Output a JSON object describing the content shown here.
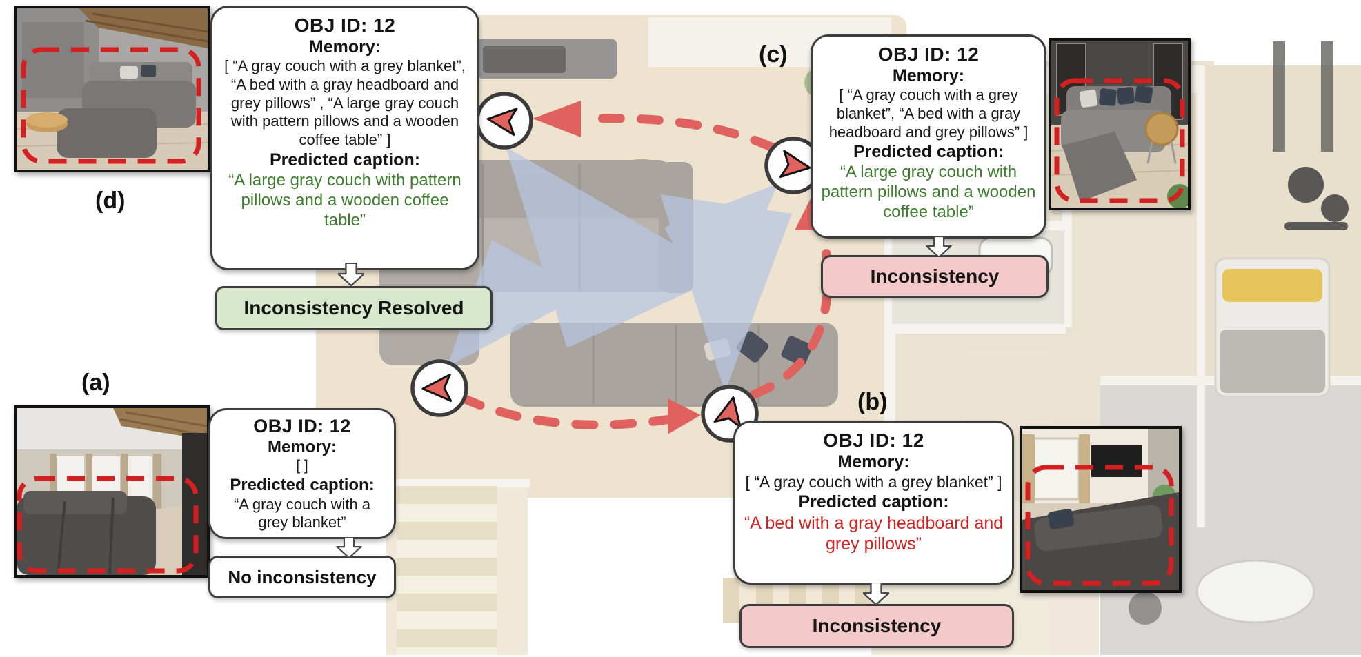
{
  "figure": {
    "object_title": "OBJ ID: 12",
    "panels": [
      {
        "id": "a",
        "label": "(a)",
        "callout": {
          "title": "OBJ ID: 12",
          "memory_label": "Memory:",
          "memory": "[ ]",
          "caption_label": "Predicted caption:",
          "caption": "“A gray couch with a grey blanket”",
          "caption_tone": "neutral"
        },
        "status": {
          "text": "No inconsistency",
          "tone": "neutral"
        }
      },
      {
        "id": "b",
        "label": "(b)",
        "callout": {
          "title": "OBJ ID: 12",
          "memory_label": "Memory:",
          "memory": "[ “A gray couch with a grey blanket” ]",
          "caption_label": "Predicted caption:",
          "caption": "“A bed with a gray headboard and grey pillows”",
          "caption_tone": "error"
        },
        "status": {
          "text": "Inconsistency",
          "tone": "error"
        }
      },
      {
        "id": "c",
        "label": "(c)",
        "callout": {
          "title": "OBJ ID: 12",
          "memory_label": "Memory:",
          "memory": "[ “A gray couch with a grey blanket”, “A bed with a gray headboard and grey pillows” ]",
          "caption_label": "Predicted caption:",
          "caption": "“A large gray couch with pattern pillows and a wooden coffee table”",
          "caption_tone": "success"
        },
        "status": {
          "text": "Inconsistency",
          "tone": "error"
        }
      },
      {
        "id": "d",
        "label": "(d)",
        "callout": {
          "title": "OBJ ID: 12",
          "memory_label": "Memory:",
          "memory": "[ “A gray couch with a grey blanket”, “A bed with a gray headboard and grey pillows” , “A large gray couch with pattern pillows and a wooden coffee table” ]",
          "caption_label": "Predicted caption:",
          "caption": "“A large gray couch with pattern pillows and a wooden coffee table”",
          "caption_tone": "success"
        },
        "status": {
          "text": "Inconsistency Resolved",
          "tone": "success"
        }
      }
    ],
    "colors": {
      "caption_green": "#3e7d2e",
      "caption_red": "#d42020",
      "status_green_bg": "#d7e8cc",
      "status_pink_bg": "#f3c9c9",
      "status_white_bg": "#ffffff",
      "trajectory_salmon": "#e0625e",
      "frustum_blue": "#b8c6e4",
      "highlight_red": "#d42020",
      "border_dark": "#3d3d3d"
    },
    "icons": {
      "agent_marker": "navigation-arrow-icon",
      "flow_connector": "down-block-arrow-icon",
      "trajectory": "dashed-curve-arrow",
      "photo_highlight": "red-dashed-outline"
    }
  }
}
